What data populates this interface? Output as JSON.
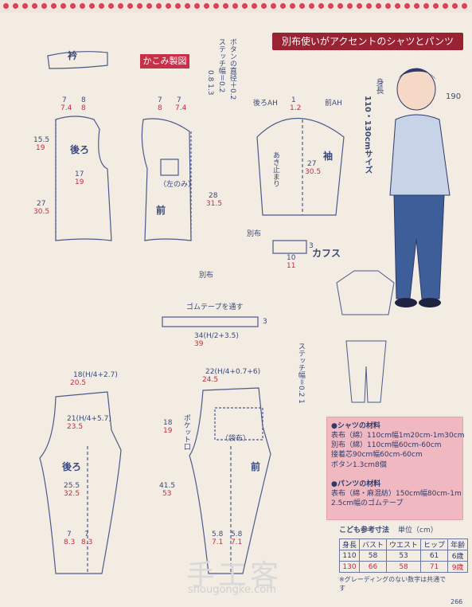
{
  "header": {
    "title": "別布使いがアクセントのシャツとパンツ",
    "section_tag": "かこみ製図",
    "page_number": "266"
  },
  "model": {
    "height_label": "身長",
    "height_value": "110・130cmサイズ",
    "photo_number": "190"
  },
  "pieces": {
    "collar": "衿",
    "back": "後ろ",
    "front": "前",
    "sleeve": "袖",
    "cuffs": "カフス",
    "placket": "あき止まり",
    "pants_back": "後ろ",
    "pants_front": "前",
    "pocket": "（袋布）",
    "pocket_opening": "ポケット口",
    "separate_cloth": "別布",
    "left_only": "（左のみ）"
  },
  "notes": {
    "button_spacing": "ボタンの直径＋0.2",
    "stitch": "ステッチ幅＝0.2",
    "stitch_values": "0.8 1.3",
    "elastic": "ゴムテープを通す",
    "stitch2": "ステッチ幅＝0.2 1"
  },
  "shirt_dims": {
    "back_w1": "7",
    "back_w1r": "7.4",
    "back_w2": "8",
    "back_w2r": "8",
    "front_w1": "7",
    "front_w1r": "8",
    "front_w2": "7",
    "front_w2r": "7.4",
    "len_a": "15.5",
    "len_ar": "19",
    "len_b": "27",
    "len_br": "30.5",
    "w17": "17",
    "w19": "19",
    "sleeve_l": "27",
    "sleeve_lr": "30.5",
    "sleeve_top": "1",
    "sleeve_topr": "1.2",
    "front_len": "28",
    "front_lenr": "31.5",
    "back_ah": "後ろAH",
    "front_ah": "前AH",
    "cuff_len": "10",
    "cuff_lenr": "11",
    "cuff_w": "3"
  },
  "pants_dims": {
    "waist_b": "18(H/4+2.7)",
    "waist_br": "20.5",
    "waist_f": "22(H/4+0.7+6)",
    "waist_fr": "24.5",
    "hip_b": "21(H/4+5.7)",
    "hip_br": "23.5",
    "inseam": "25.5",
    "inseamr": "32.5",
    "len": "41.5",
    "lenr": "53",
    "rise": "18",
    "riser": "19",
    "hem": "7",
    "hemr": "8.3",
    "hem_f": "5.8",
    "hem_fr": "7.1",
    "band": "34(H/2+3.5)",
    "bandr": "39",
    "band_w": "3"
  },
  "materials": {
    "shirt_title": "●シャツの材料",
    "shirt_lines": [
      "表布（綿）110cm幅1m20cm-1m30cm",
      "別布（綿）110cm幅60cm-60cm",
      "接着芯90cm幅60cm-60cm",
      "ボタン1.3cm8個"
    ],
    "pants_title": "●パンツの材料",
    "pants_lines": [
      "表布（綿・麻混紡）150cm幅80cm-1m",
      "2.5cm幅のゴムテープ"
    ]
  },
  "size_table": {
    "title": "こども参考寸法",
    "unit": "単位（cm）",
    "headers": [
      "身長",
      "バスト",
      "ウエスト",
      "ヒップ",
      "年齢"
    ],
    "rows": [
      [
        "110",
        "58",
        "53",
        "61",
        "6歳"
      ],
      [
        "130",
        "66",
        "58",
        "71",
        "9歳"
      ]
    ],
    "note": "※グレーディングのない数字は共通です"
  },
  "watermark": {
    "text": "手工客",
    "url": "shougongke.com"
  }
}
